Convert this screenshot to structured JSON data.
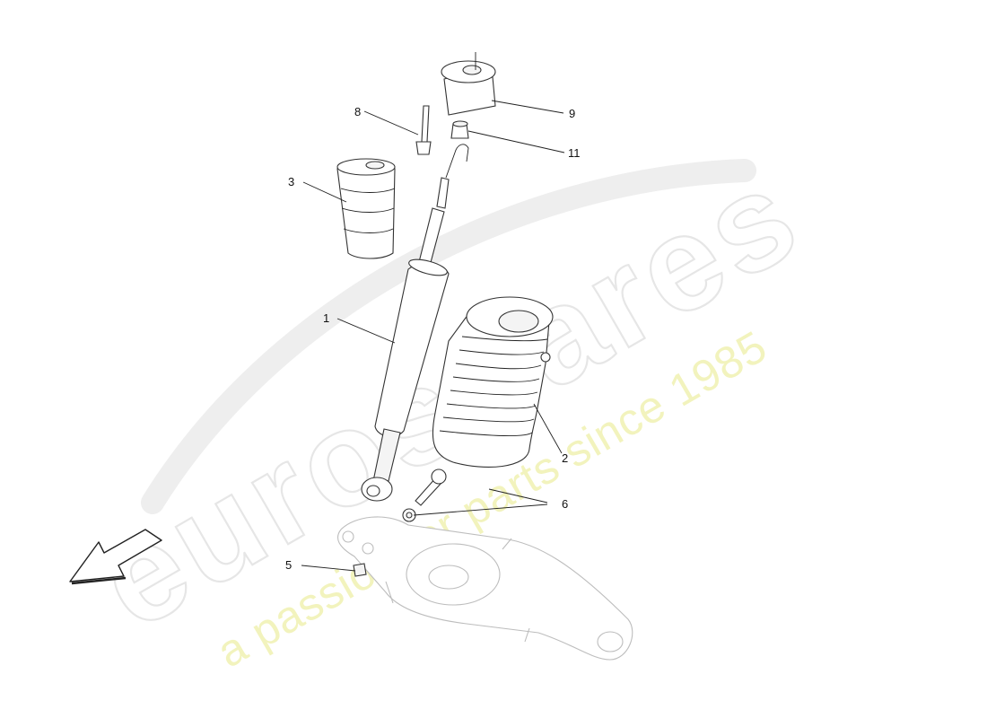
{
  "watermark": {
    "brand": "eurospares",
    "tagline": "a passion for parts since 1985"
  },
  "callouts": {
    "c1": "1",
    "c2": "2",
    "c3": "3",
    "c5": "5",
    "c6": "6",
    "c8": "8",
    "c9": "9",
    "c11": "11"
  },
  "icons": {
    "direction_arrow": "arrow-left-down-icon"
  }
}
